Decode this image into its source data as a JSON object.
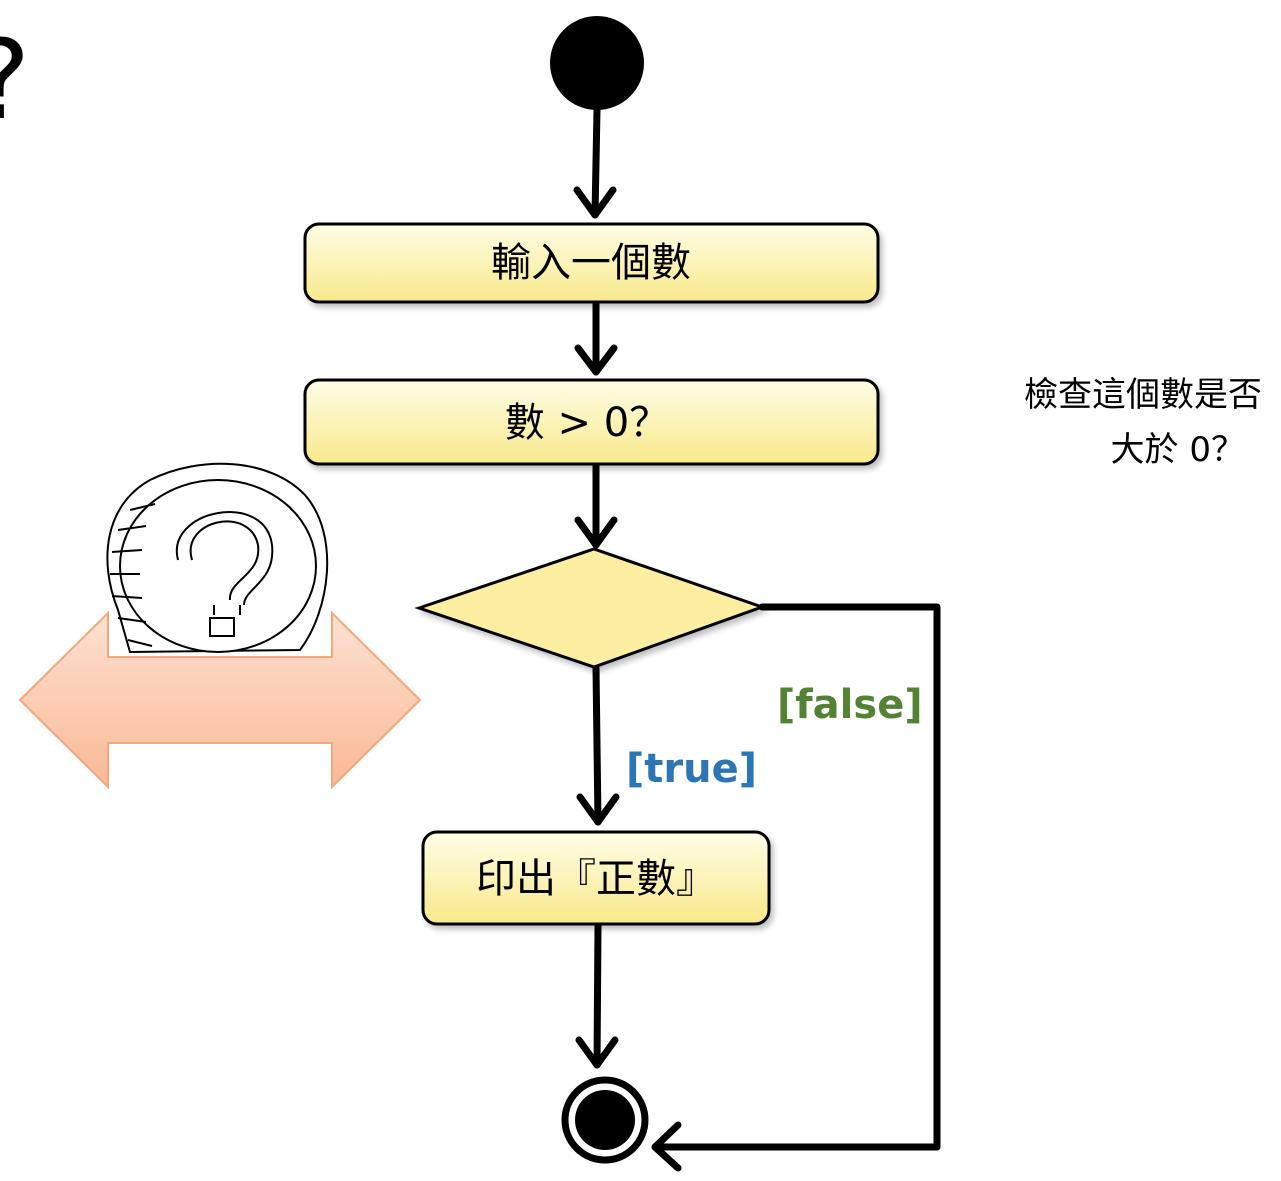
{
  "corner_glyph": "?",
  "nodes": {
    "input": "輸入一個數",
    "check": "數 > 0？",
    "print": "印出『正數』"
  },
  "guards": {
    "true": "[true]",
    "false": "[false]"
  },
  "note": {
    "line1": "檢查這個數是否",
    "line2": "大於 0？"
  },
  "colors": {
    "action_fill_top": "#fffde6",
    "action_fill_bottom": "#f7e98a",
    "decision_fill": "#fbeea0",
    "true_label": "#2e75b6",
    "false_label": "#548235",
    "arrow_fill": "#f9c3a5",
    "arrow_stroke": "#f4a77b"
  },
  "icons": {
    "decoration": "question-sketch-icon",
    "double_arrow": "double-arrow-icon"
  }
}
